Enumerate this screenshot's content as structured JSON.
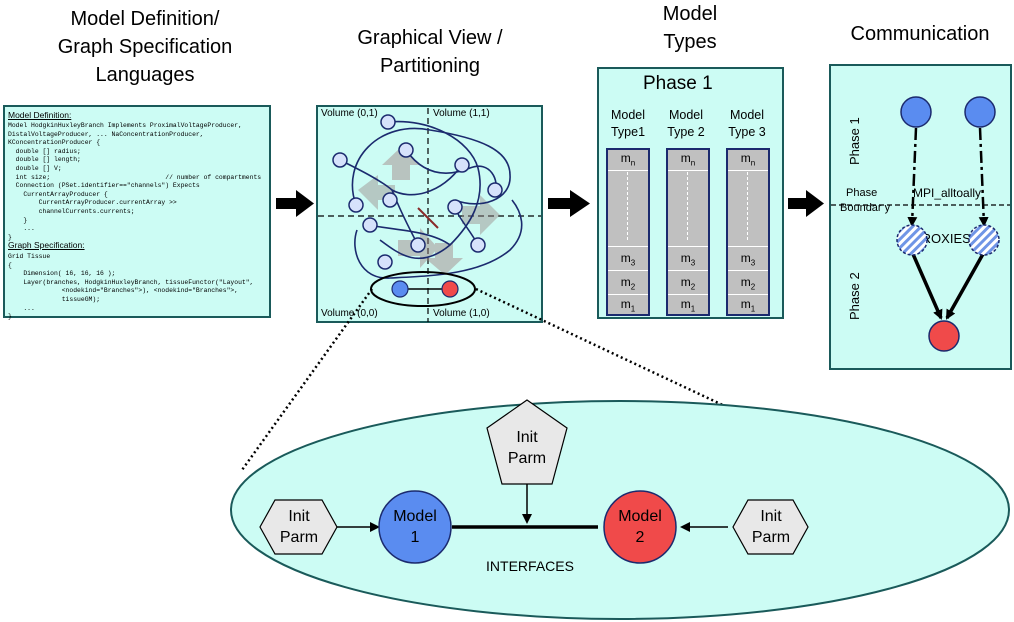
{
  "headers": {
    "languages": [
      "Model Definition/",
      "Graph Specification",
      "Languages"
    ],
    "graphical": [
      "Graphical View /",
      "Partitioning"
    ],
    "types": [
      "Model",
      "Types"
    ],
    "communication": "Communication"
  },
  "languages_panel": {
    "model_def_heading": "Model Definition:",
    "model_def_code": "Model HodgkinHuxleyBranch Implements ProximalVoltageProducer,\nDistalVoltageProducer, ... NaConcentrationProducer,\nKConcentrationProducer {\n  double [] radius;\n  double [] length;\n  double [] V;\n  int size;                              // number of compartments\n  Connection (PSet.identifier==\"channels\") Expects\n    CurrentArrayProducer {\n        CurrentArrayProducer.currentArray >>\n        channelCurrents.currents;\n    }\n    ...\n}",
    "graph_spec_heading": "Graph Specification:",
    "graph_spec_code": "Grid Tissue\n{\n    Dimension( 16, 16, 16 );\n    Layer(branches, HodgkinHuxleyBranch, tissueFunctor(\"Layout\",\n              <nodekind=\"Branches\">), <nodekind=\"Branches\">,\n              tissueGM);\n    ...\n}"
  },
  "graphical_panel": {
    "volumes": [
      "Volume (0,1)",
      "Volume (1,1)",
      "Volume (0,0)",
      "Volume (1,0)"
    ]
  },
  "types_panel": {
    "phase_title": "Phase 1",
    "model_types": [
      [
        "Model",
        "Type1"
      ],
      [
        "Model",
        "Type 2"
      ],
      [
        "Model",
        "Type 3"
      ]
    ],
    "cells": [
      {
        "base": "m",
        "sub": "n"
      },
      {
        "base": "m",
        "sub": "3"
      },
      {
        "base": "m",
        "sub": "2"
      },
      {
        "base": "m",
        "sub": "1"
      }
    ]
  },
  "communication_panel": {
    "phase1": "Phase 1",
    "phase2": "Phase 2",
    "boundary": [
      "Phase",
      "Boundar y"
    ],
    "mpi": "MPI_alltoally",
    "proxies": "PROXIES"
  },
  "interfaces_panel": {
    "init_parm": [
      "Init",
      "Parm"
    ],
    "model1": [
      "Model",
      "1"
    ],
    "model2": [
      "Model",
      "2"
    ],
    "interfaces_label": "INTERFACES"
  },
  "colors": {
    "panel_fill": "#ccfcf4",
    "blue_node": "#5a8cf0",
    "red_node": "#f04a4a",
    "column_gray": "#c0c0c0",
    "pentagon_fill": "#e8e8e8"
  }
}
